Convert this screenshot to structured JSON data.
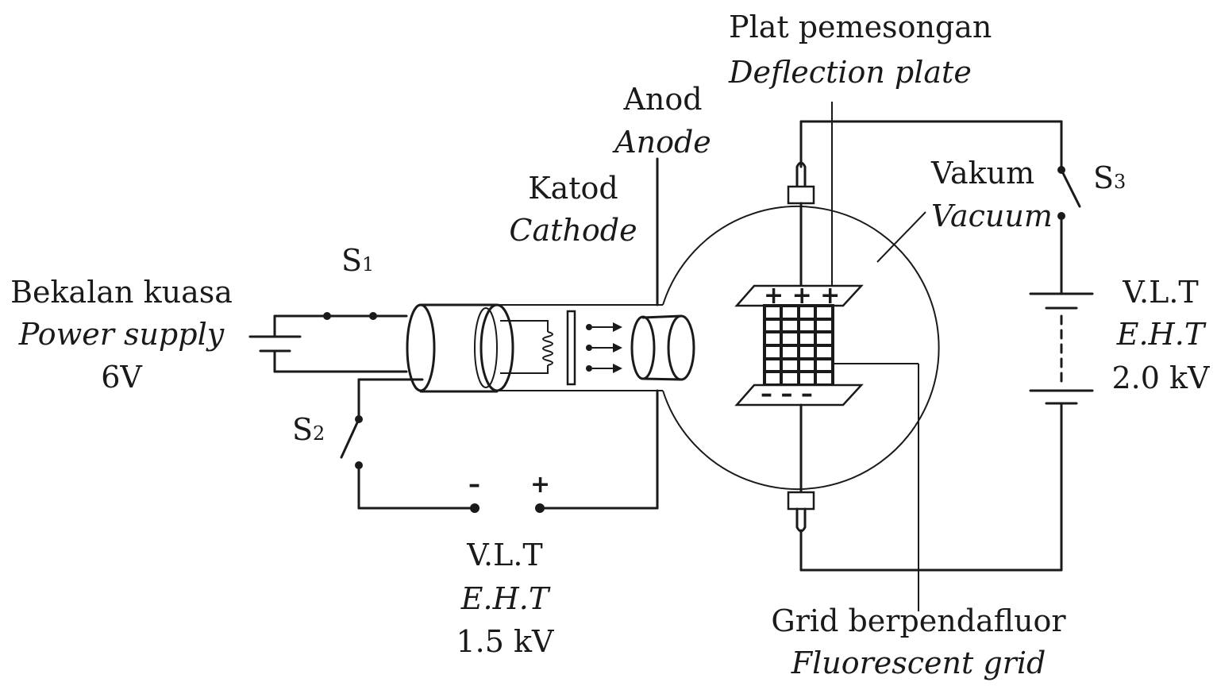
{
  "labels": {
    "deflection_plate_ms": "Plat pemesongan",
    "deflection_plate_en": "Deflection plate",
    "anode_ms": "Anod",
    "anode_en": "Anode",
    "cathode_ms": "Katod",
    "cathode_en": "Cathode",
    "vacuum_ms": "Vakum",
    "vacuum_en": "Vacuum",
    "power_supply_ms": "Bekalan kuasa",
    "power_supply_en": "Power supply",
    "power_supply_value": "6V",
    "eht_left_ms": "V.L.T",
    "eht_left_en": "E.H.T",
    "eht_left_value": "1.5 kV",
    "eht_right_ms": "V.L.T",
    "eht_right_en": "E.H.T",
    "eht_right_value": "2.0 kV",
    "grid_ms": "Grid berpendafluor",
    "grid_en": "Fluorescent grid",
    "plus_top": "+ + +",
    "minus_bottom": "– – –",
    "minus_sign": "–",
    "plus_sign": "+"
  },
  "switches": {
    "s1": {
      "letter": "S",
      "sub": "1"
    },
    "s2": {
      "letter": "S",
      "sub": "2"
    },
    "s3": {
      "letter": "S",
      "sub": "3"
    }
  }
}
